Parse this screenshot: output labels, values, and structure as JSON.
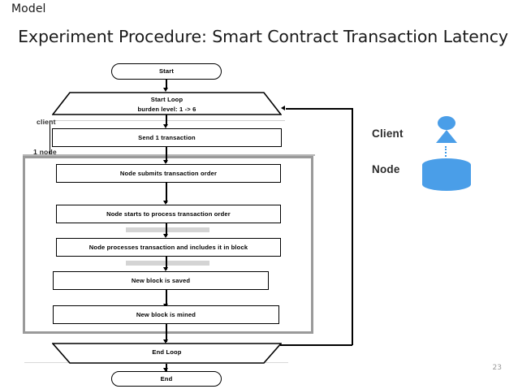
{
  "slide": {
    "section_label": "Model",
    "title": "Experiment Procedure: Smart Contract Transaction Latency",
    "page_number": "23"
  },
  "flowchart": {
    "nodes": [
      {
        "id": "start",
        "shape": "terminator",
        "label": "Start"
      },
      {
        "id": "start-loop",
        "shape": "trapezoid",
        "label": "Start Loop",
        "sublabel": "burden level: 1 -> 6"
      },
      {
        "id": "send-transaction",
        "shape": "process",
        "label": "Send 1 transaction"
      },
      {
        "id": "node-submits",
        "shape": "process",
        "label": "Node submits transaction order"
      },
      {
        "id": "node-starts",
        "shape": "process",
        "label": "Node starts to process transaction order"
      },
      {
        "id": "node-processes",
        "shape": "process",
        "label": "Node processes transaction and includes it in block"
      },
      {
        "id": "block-saved",
        "shape": "process",
        "label": "New block is saved"
      },
      {
        "id": "block-mined",
        "shape": "process",
        "label": "New block is mined"
      },
      {
        "id": "end-loop",
        "shape": "trapezoid",
        "label": "End Loop"
      },
      {
        "id": "end",
        "shape": "terminator",
        "label": "End"
      }
    ],
    "swimlanes": [
      {
        "id": "client",
        "label": "client"
      },
      {
        "id": "node",
        "label": "1 node"
      }
    ]
  },
  "legend": {
    "items": [
      {
        "id": "client",
        "label": "Client",
        "icon": "actor-icon"
      },
      {
        "id": "node",
        "label": "Node",
        "icon": "database-cylinder-icon"
      }
    ],
    "accent_color": "#4a9ee8"
  },
  "colors": {
    "accent_blue": "#4a9ee8",
    "lane_border_gray": "#9a9a9a",
    "highlight_gray": "#d4d4d4",
    "text_black": "#000000",
    "page_number_gray": "#9a9a9a"
  }
}
